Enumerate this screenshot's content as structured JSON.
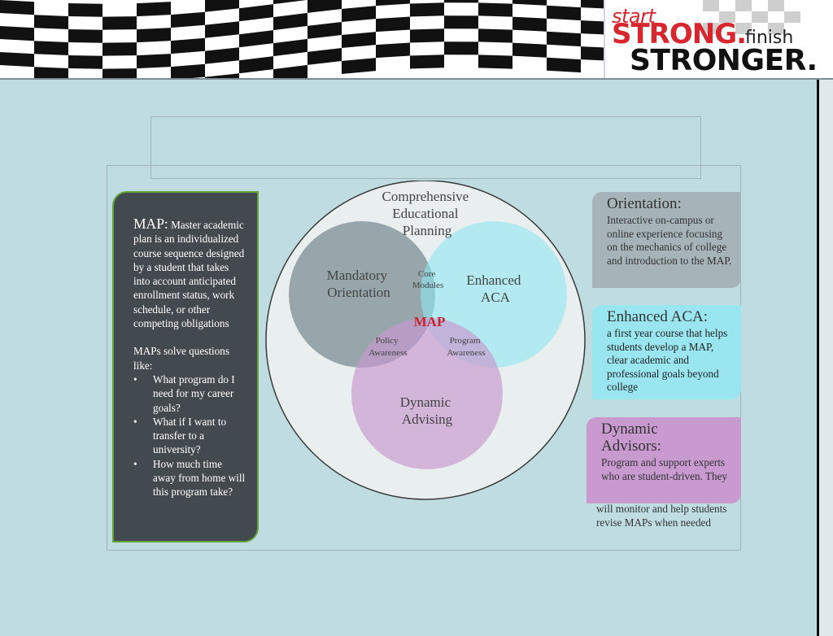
{
  "banner": {
    "logo_start": "start",
    "logo_strong": "STRONG.",
    "logo_finish": "finish",
    "logo_stronger": "STRONGER."
  },
  "map_box": {
    "lead_title": "MAP:",
    "lead_text": "Master academic plan is an individualized course sequence designed by a student that takes into account anticipated enrollment status, work schedule, or other competing obligations",
    "questions_intro": "MAPs solve questions like:",
    "questions": [
      "What program do I need for my career goals?",
      "What if I want to transfer to a university?",
      "How much time away from home will this program take?"
    ]
  },
  "venn": {
    "outer_label": [
      "Comprehensive",
      "Educational",
      "Planning"
    ],
    "circle_orientation": [
      "Mandatory",
      "Orientation"
    ],
    "circle_aca": [
      "Enhanced",
      "ACA"
    ],
    "circle_advising": [
      "Dynamic",
      "Advising"
    ],
    "overlap_core": [
      "Core",
      "Modules"
    ],
    "overlap_policy": [
      "Policy",
      "Awareness"
    ],
    "overlap_program": [
      "Program",
      "Awareness"
    ],
    "center": "MAP",
    "colors": {
      "outer": "#e9eeee",
      "orientation": "#8e9da3",
      "aca": "#8fe6f2",
      "advising": "#c79acf",
      "center": "#c0272d"
    }
  },
  "orientation_box": {
    "title": "Orientation:",
    "text": "Interactive on-campus or online experience focusing on the mechanics of college and introduction to the MAP."
  },
  "aca_box": {
    "title": "Enhanced ACA:",
    "text": "a first year course that helps students develop a MAP, clear academic and professional goals beyond college"
  },
  "advisors_box": {
    "title_line1": "Dynamic",
    "title_line2": "Advisors:",
    "text_in_box": "Program and support experts who are student-driven. They",
    "text_below": "will monitor and help students revise MAPs when needed"
  }
}
